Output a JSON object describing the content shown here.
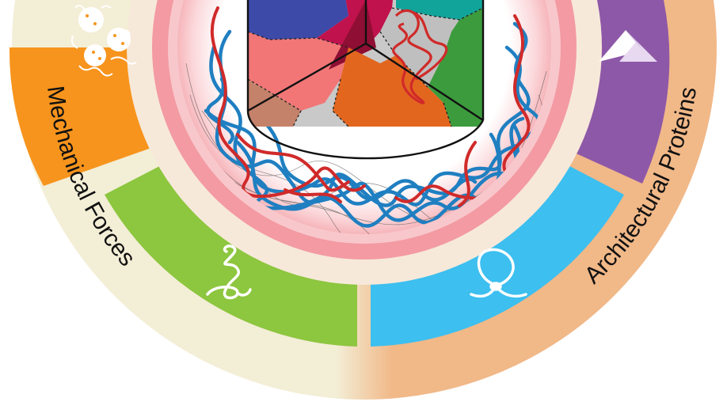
{
  "diagram": {
    "outer_labels": {
      "left": "Mechanical Forces",
      "right": "Architectural Proteins"
    },
    "segments": [
      {
        "name": "mechanical-top",
        "color": "#f7941d",
        "icon": "chromatin-globules-icon"
      },
      {
        "name": "mechanical-bottom",
        "color": "#8dc63f",
        "icon": "coiled-fiber-icon"
      },
      {
        "name": "architectural-bottom",
        "color": "#3dbfef",
        "icon": "chromatin-loop-icon"
      },
      {
        "name": "architectural-top",
        "color": "#8e58a8",
        "icon": "mountain-peaks-icon"
      }
    ],
    "colors": {
      "left_band": "#f3eed6",
      "right_band": "#f1b888",
      "nucleus_rim": "#f39aa2",
      "polymer_blue": "#1f7fc1",
      "polymer_red": "#d02a2a"
    }
  }
}
